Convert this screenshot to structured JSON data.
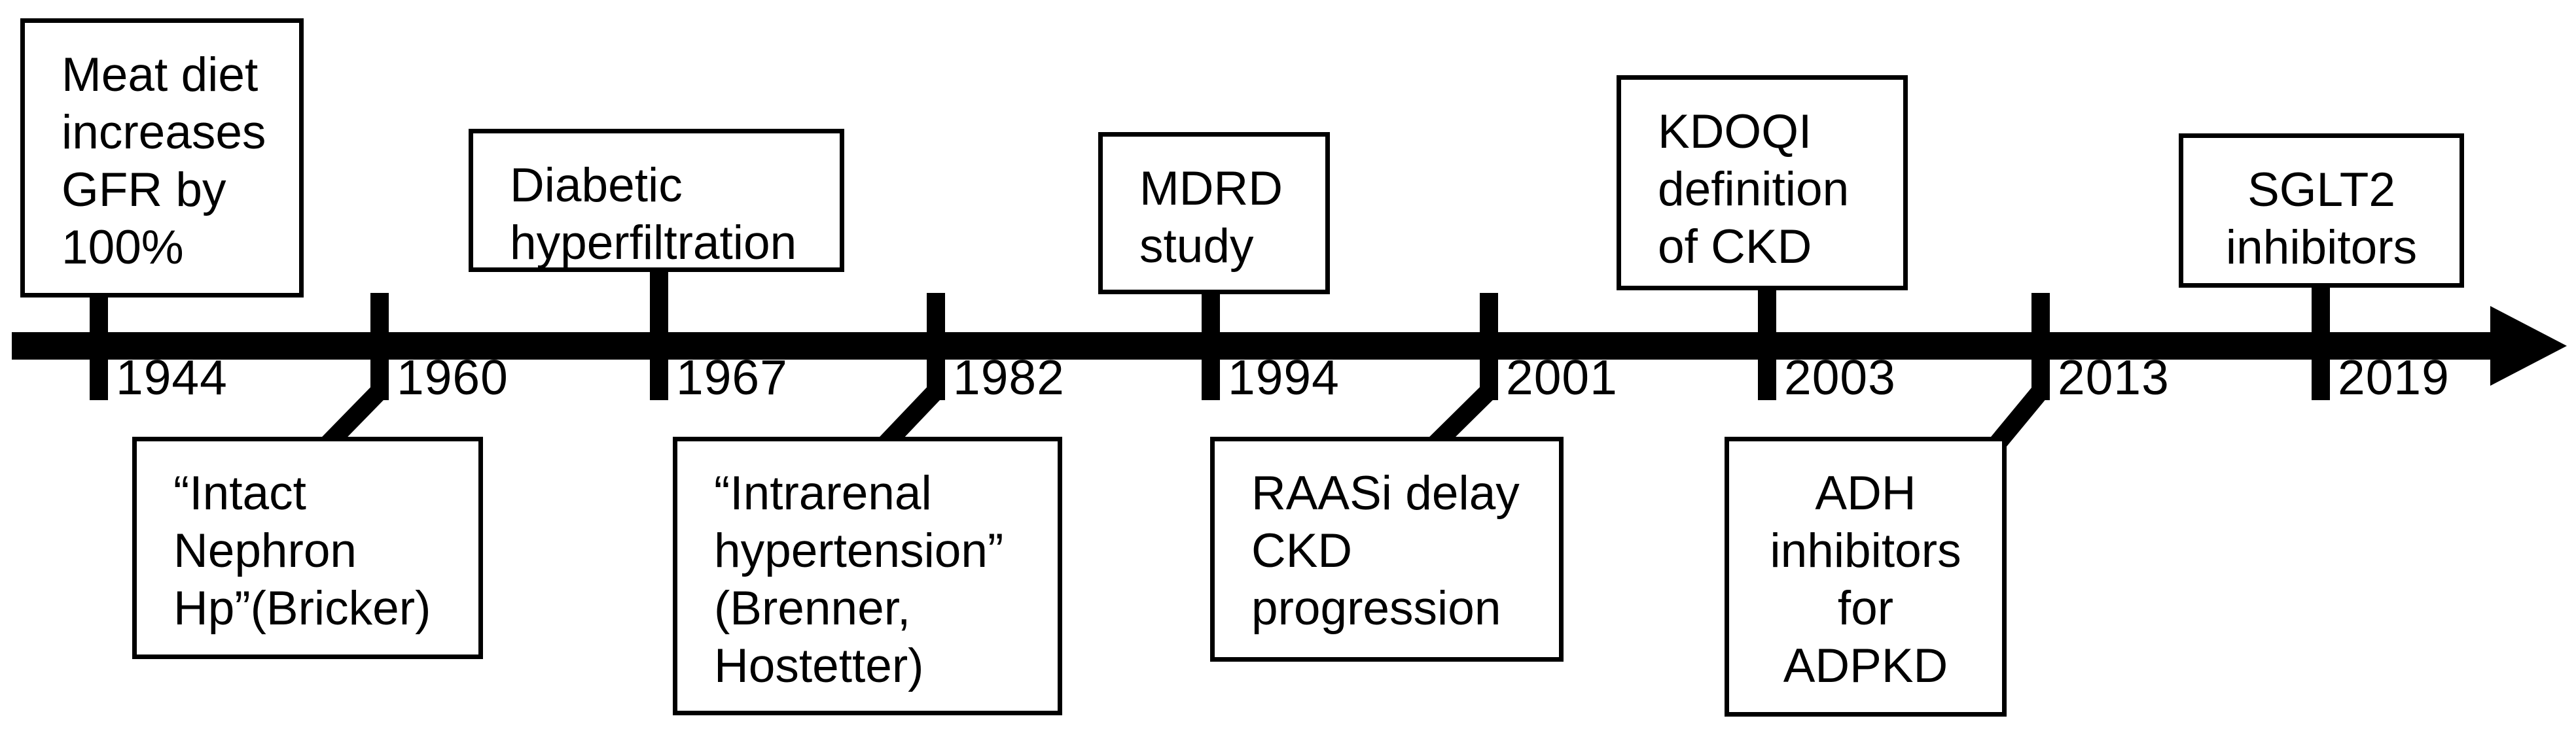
{
  "timeline": {
    "events": [
      {
        "year": "1944",
        "label": "Meat diet\nincreases\nGFR by\n100%",
        "position": "above"
      },
      {
        "year": "1960",
        "label": "“Intact\nNephron\nHp”(Bricker)",
        "position": "below"
      },
      {
        "year": "1967",
        "label": "Diabetic\nhyperfiltration",
        "position": "above"
      },
      {
        "year": "1982",
        "label": "“Intrarenal\nhypertension”\n(Brenner,\nHostetter)",
        "position": "below"
      },
      {
        "year": "1994",
        "label": "MDRD\nstudy",
        "position": "above"
      },
      {
        "year": "2001",
        "label": "RAASi delay\nCKD\nprogression",
        "position": "below"
      },
      {
        "year": "2003",
        "label": "KDOQI\ndefinition\nof CKD",
        "position": "above"
      },
      {
        "year": "2013",
        "label": "ADH\ninhibitors\nfor\nADPKD",
        "position": "below"
      },
      {
        "year": "2019",
        "label": "SGLT2\ninhibitors",
        "position": "above"
      }
    ],
    "colors": {
      "axis": "#000000",
      "box_border": "#000000",
      "box_fill": "#ffffff",
      "text": "#000000"
    }
  }
}
